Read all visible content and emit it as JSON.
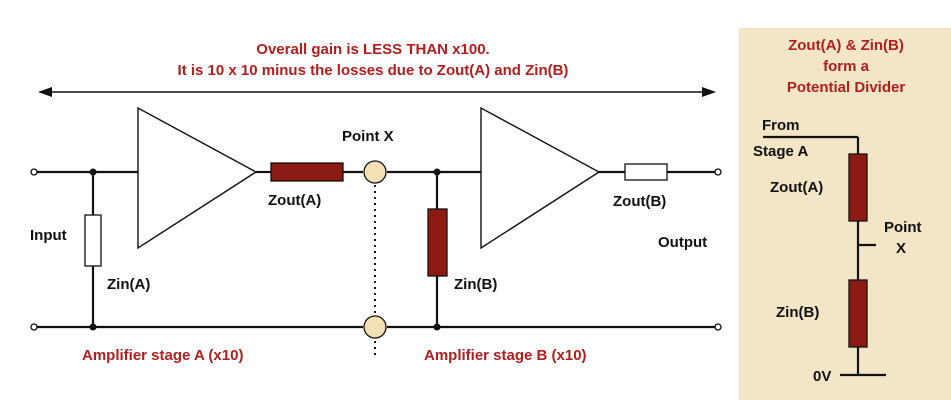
{
  "colors": {
    "resistor_fill": "#8b1a12",
    "resistor_white": "#ffffff",
    "node_fill": "#f3e0b5",
    "panel_bg": "#f3e6c7",
    "annotation_red": "#b01e1e",
    "wire": "#111111"
  },
  "main": {
    "gain_line1": "Overall gain is LESS THAN x100.",
    "gain_line2": "It is 10 x 10 minus the losses due to Zout(A) and Zin(B)",
    "point_x": "Point X",
    "input": "Input",
    "output": "Output",
    "zin_a": "Zin(A)",
    "zout_a": "Zout(A)",
    "zin_b": "Zin(B)",
    "zout_b": "Zout(B)",
    "stage_a": "Amplifier stage A (x10)",
    "stage_b": "Amplifier stage B (x10)"
  },
  "panel": {
    "title1": "Zout(A) & Zin(B)",
    "title2": "form a",
    "title3": "Potential Divider",
    "from": "From",
    "stage_a": "Stage A",
    "zout_a": "Zout(A)",
    "point": "Point",
    "x": "X",
    "zin_b": "Zin(B)",
    "zero_v": "0V"
  }
}
